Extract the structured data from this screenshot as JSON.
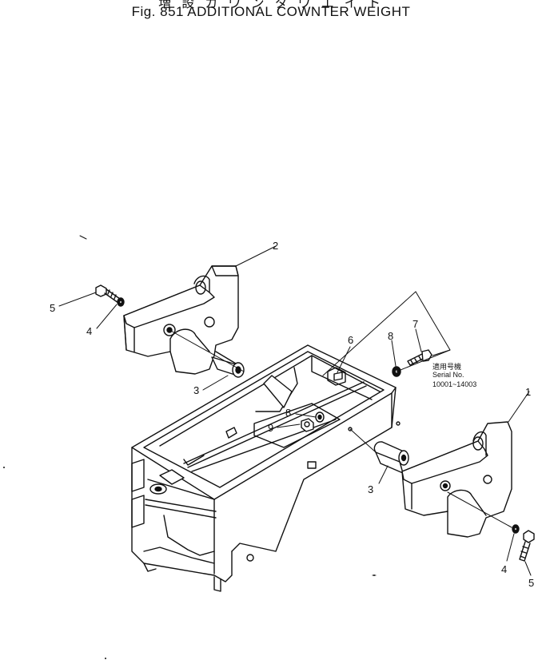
{
  "figure": {
    "title_jp": "増 設 カ ウ ン タ ウ エ イ ト",
    "title": "Fig. 851 ADDITIONAL COWNTER WEIGHT"
  },
  "serial": {
    "jp": "適用号機",
    "label": "Serial No.",
    "range": "10001~14003"
  },
  "callouts": [
    "1",
    "2",
    "3",
    "3",
    "4",
    "4",
    "5",
    "5",
    "6",
    "7",
    "8",
    "8",
    "9"
  ]
}
